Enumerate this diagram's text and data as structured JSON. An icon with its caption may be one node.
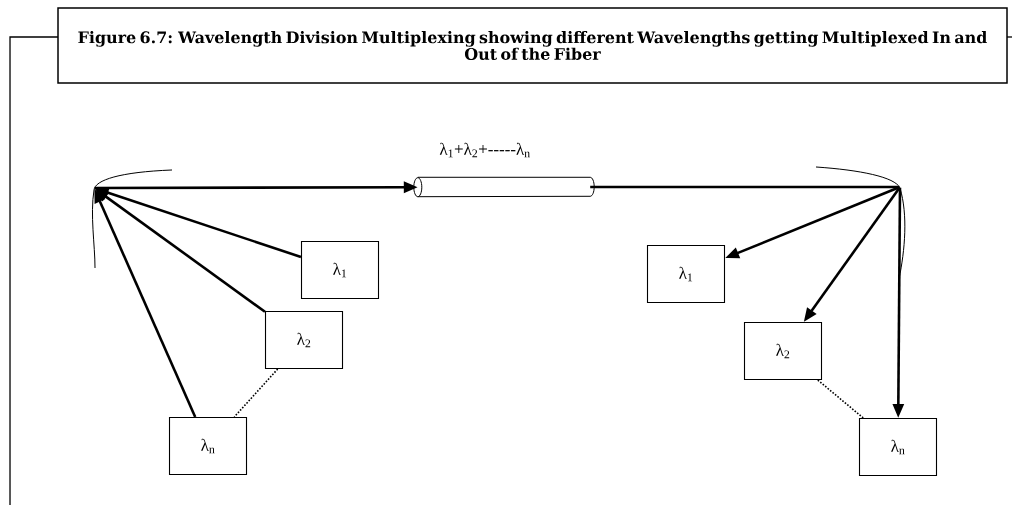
{
  "diagram": {
    "title": "Figure 6.7: Wavelength Division Multiplexing showing different Wavelengths getting Multiplexed In and Out of the Fiber",
    "nodes": [
      {
        "text": [],
        "shape": "arc"
      },
      {
        "text": [],
        "shape": "cylinder",
        "beside": [
          "λ$_{1}$+λ$_{2}$+-----λ$_{n}$"
        ]
      },
      {
        "text": [],
        "shape": "arc"
      },
      {
        "text": [
          "λ$_{1}$"
        ]
      },
      {
        "text": [
          "λ$_{2}$"
        ]
      },
      {
        "text": [
          "λ$_{n}$"
        ]
      },
      {
        "text": [
          "λ$_{1}$"
        ]
      },
      {
        "text": [
          "λ$_{2}$"
        ]
      },
      {
        "text": [
          "λ$_{n}$"
        ]
      }
    ],
    "edges": [
      {
        "from": 3,
        "to": 0,
        "arrow": "to"
      },
      {
        "from": 4,
        "to": 0,
        "arrow": "to"
      },
      {
        "from": 5,
        "to": 0,
        "arrow": "to"
      },
      {
        "from": 4,
        "to": 5,
        "arrow": "none",
        "style": "dashed"
      },
      {
        "from": 0,
        "to": 1,
        "arrow": "to"
      },
      {
        "from": 1,
        "to": 2,
        "arrow": "none"
      },
      {
        "from": 2,
        "to": 6,
        "arrow": "to"
      },
      {
        "from": 2,
        "to": 7,
        "arrow": "to"
      },
      {
        "from": 2,
        "to": 8,
        "arrow": "to"
      },
      {
        "from": 7,
        "to": 8,
        "arrow": "none",
        "style": "dashed"
      }
    ]
  }
}
